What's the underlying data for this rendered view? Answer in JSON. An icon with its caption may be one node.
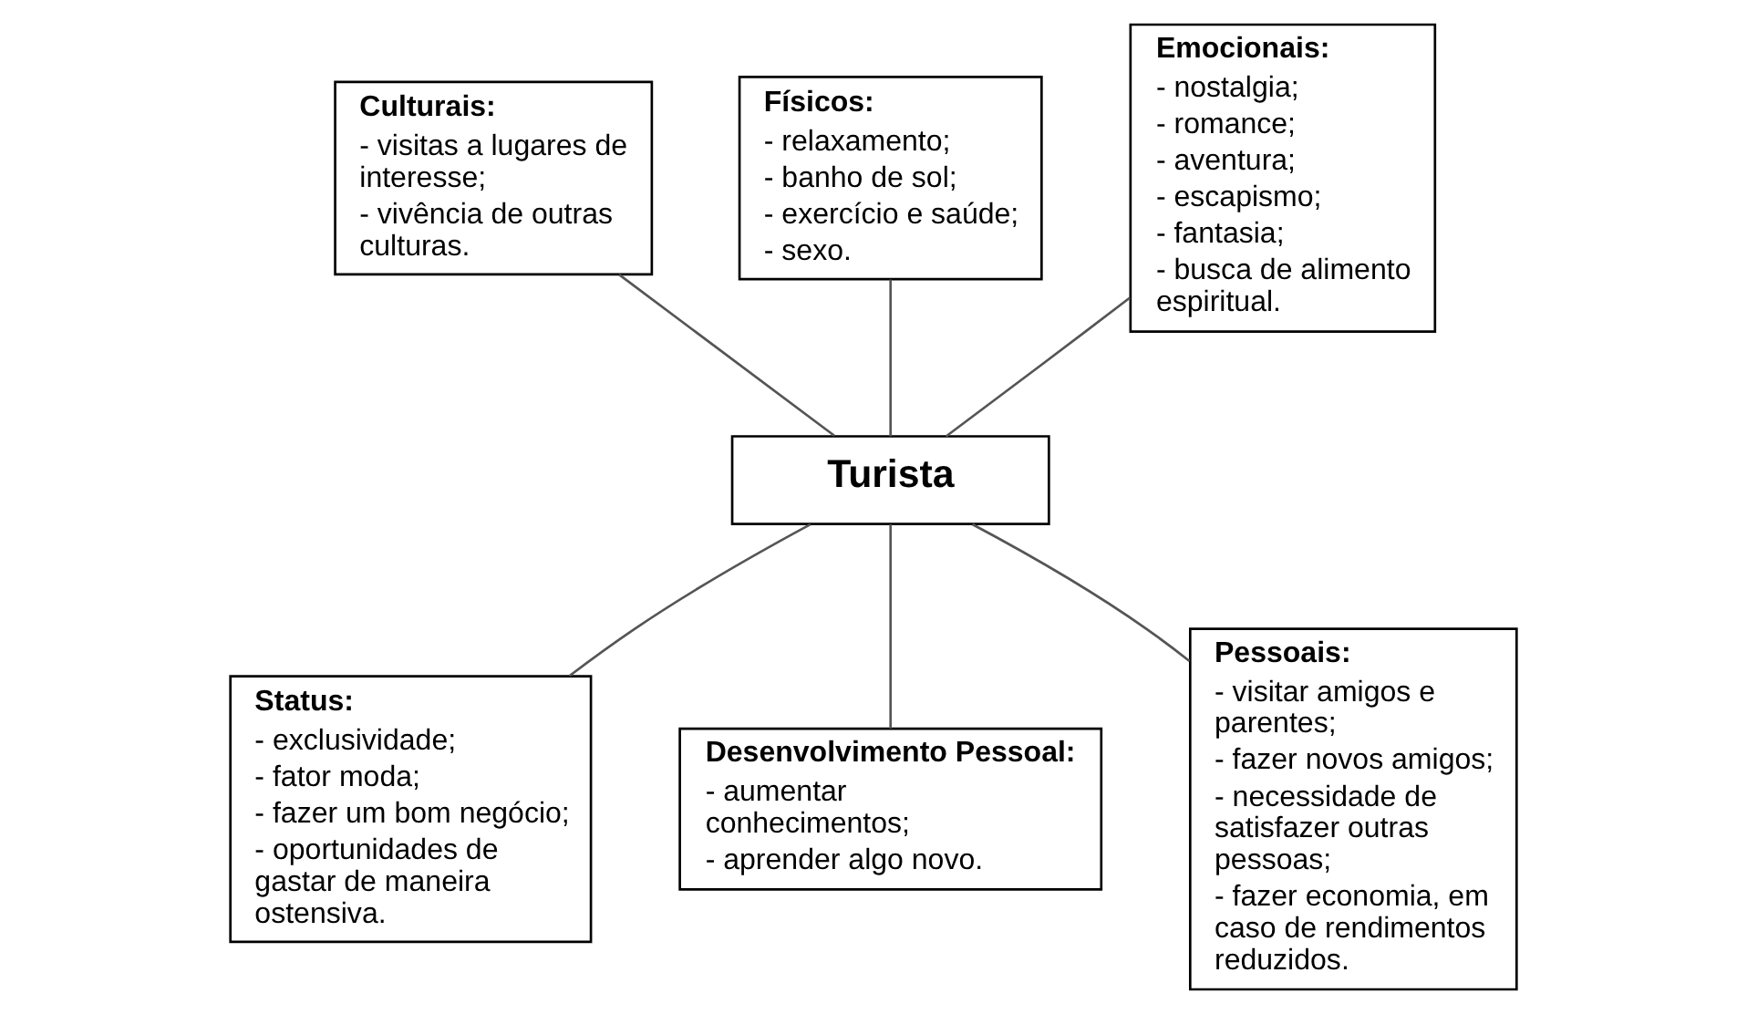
{
  "diagram": {
    "nodes": [
      {
        "text": [
          "Físicos:",
          "- relaxamento;",
          "- banho de sol;",
          "- exercício e saúde;",
          "- sexo."
        ]
      },
      {
        "text": [
          "Culturais:",
          "- visitas a lugares de interesse;",
          "- vivência de outras culturas."
        ]
      },
      {
        "text": [
          "Emocionais:",
          "- nostalgia;",
          "- romance;",
          "- aventura;",
          "- escapismo;",
          "- fantasia;",
          "- busca de alimento espiritual."
        ]
      },
      {
        "text": [
          "Turista"
        ]
      },
      {
        "text": [
          "Status:",
          "- exclusividade;",
          "- fator moda;",
          "- fazer um bom negócio;",
          "- oportunidades de gastar de maneira ostensiva."
        ]
      },
      {
        "text": [
          "Desenvolvimento Pessoal:",
          "- aumentar conhecimentos;",
          "- aprender algo novo."
        ]
      },
      {
        "text": [
          "Pessoais:",
          "- visitar amigos e parentes;",
          "- fazer novos amigos;",
          "- necessidade de satisfazer outras pessoas;",
          "- fazer economia, em caso de rendimentos reduzidos."
        ]
      }
    ],
    "edges": [
      {
        "from": 1,
        "to": 3,
        "arrow": "none"
      },
      {
        "from": 0,
        "to": 3,
        "arrow": "none"
      },
      {
        "from": 2,
        "to": 3,
        "arrow": "none"
      },
      {
        "from": 3,
        "to": 4,
        "arrow": "none"
      },
      {
        "from": 3,
        "to": 5,
        "arrow": "none"
      },
      {
        "from": 3,
        "to": 6,
        "arrow": "none"
      }
    ]
  }
}
